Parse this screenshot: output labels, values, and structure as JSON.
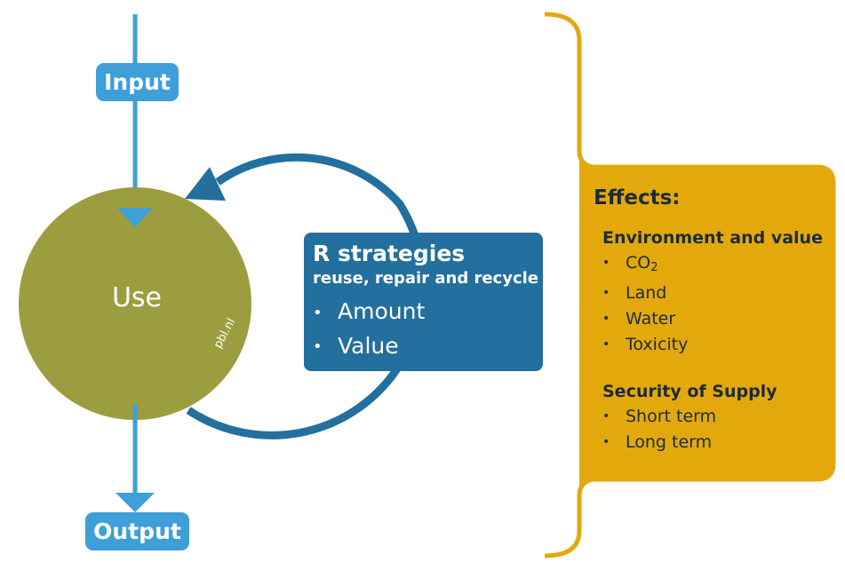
{
  "colors": {
    "flow_blue": "#3e9fd9",
    "loop_blue": "#236f9d",
    "use_circle": "#9c9d3f",
    "effects_gold": "#e3a90c",
    "text_dark": "#1c2b36"
  },
  "input": {
    "label": "Input"
  },
  "output": {
    "label": "Output"
  },
  "use": {
    "label": "Use"
  },
  "watermark": "pbl.nl",
  "r_strategies": {
    "title": "R strategies",
    "subtitle": "reuse, repair and recycle",
    "items": [
      "Amount",
      "Value"
    ]
  },
  "effects": {
    "heading": "Effects:",
    "environment": {
      "title": "Environment and value",
      "items": [
        {
          "main": "CO",
          "sub": "2"
        },
        {
          "main": "Land",
          "sub": ""
        },
        {
          "main": "Water",
          "sub": ""
        },
        {
          "main": "Toxicity",
          "sub": ""
        }
      ]
    },
    "supply": {
      "title": "Security of Supply",
      "items": [
        "Short term",
        "Long term"
      ]
    }
  }
}
